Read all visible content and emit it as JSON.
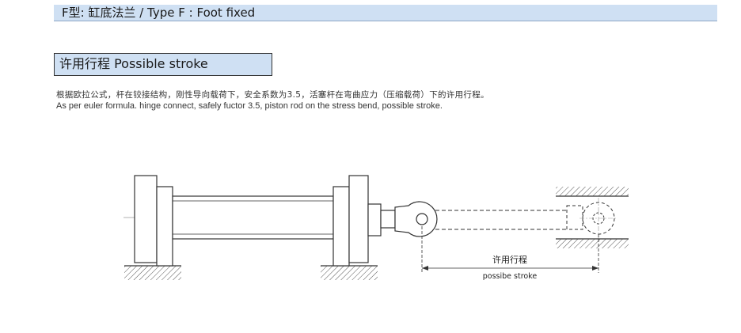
{
  "header": {
    "title": "F型: 缸底法兰 / Type F : Foot fixed"
  },
  "section": {
    "title": "许用行程 Possible stroke"
  },
  "description": {
    "chinese": "根据欧拉公式，杆在铰接结构，刚性导向载荷下，安全系数为3.5，活塞杆在弯曲应力（压缩载荷）下的许用行程。",
    "english": "As per euler formula. hinge connect, safely fuctor 3.5, piston rod on the stress bend, possible stroke."
  },
  "diagram": {
    "stroke_label_cn": "许用行程",
    "stroke_label_en": "possibe  stroke"
  }
}
